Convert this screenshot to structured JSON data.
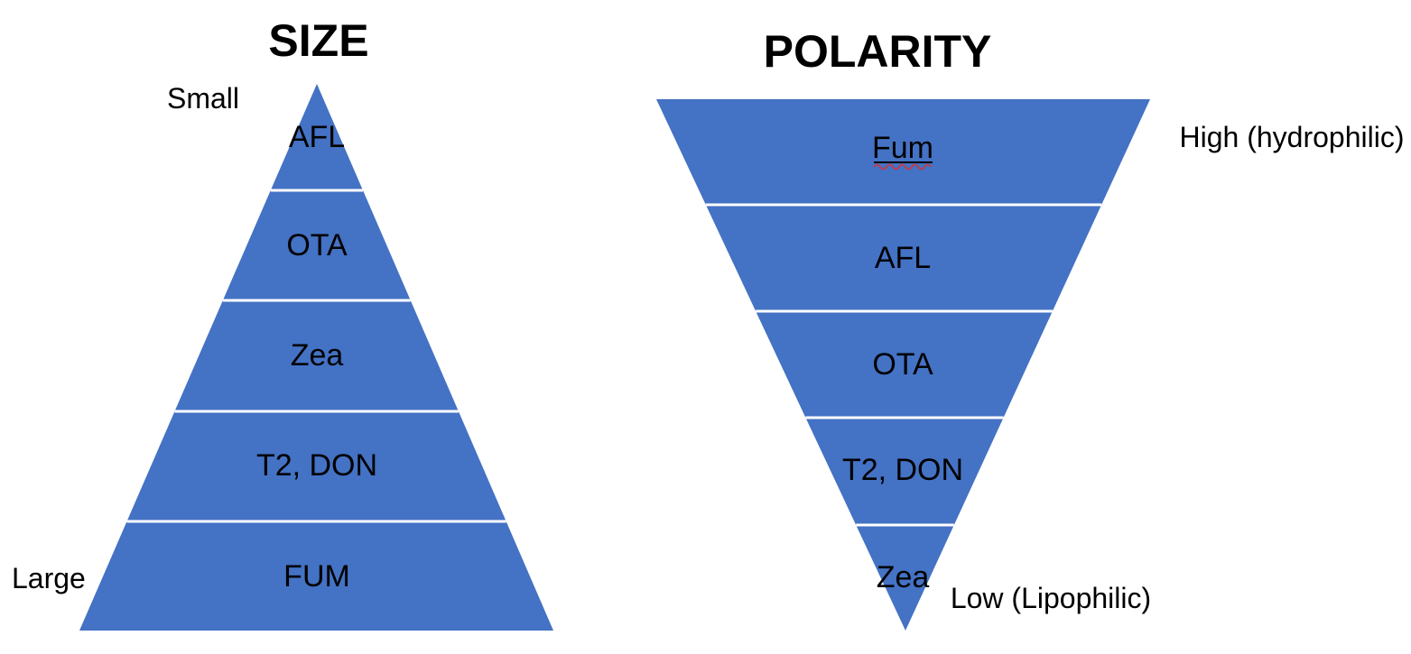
{
  "figure": {
    "background_color": "#ffffff",
    "pyramid_fill_color": "#4472C4",
    "divider_color": "#ffffff",
    "text_color": "#000000",
    "spellcheck_squiggle_color": "#d13438"
  },
  "size_pyramid": {
    "title": "SIZE",
    "direction": "point-up",
    "top_scale_label": "Small",
    "bottom_scale_label": "Large",
    "tiers": [
      "AFL",
      "OTA",
      "Zea",
      "T2, DON",
      "FUM"
    ]
  },
  "polarity_pyramid": {
    "title": "POLARITY",
    "direction": "point-down",
    "top_scale_label": "High (hydrophilic)",
    "bottom_scale_label": "Low (Lipophilic)",
    "tiers": [
      "Fum",
      "AFL",
      "OTA",
      "T2, DON",
      "Zea"
    ],
    "spellchecked_tier": "Fum"
  }
}
